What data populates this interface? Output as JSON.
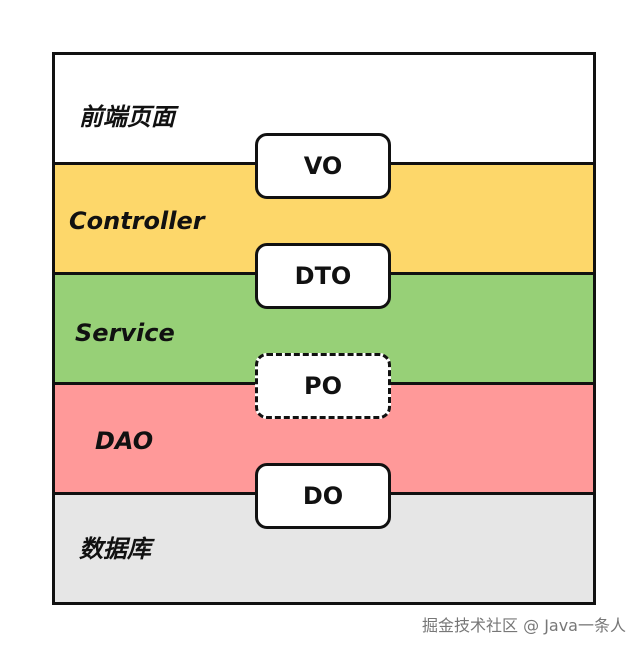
{
  "layers": [
    {
      "label": "前端页面",
      "color": "#ffffff"
    },
    {
      "label": "Controller",
      "color": "#fdd76a"
    },
    {
      "label": "Service",
      "color": "#97d077"
    },
    {
      "label": "DAO",
      "color": "#ff9999"
    },
    {
      "label": "数据库",
      "color": "#e6e6e6"
    }
  ],
  "objects": [
    {
      "label": "VO",
      "style": "solid"
    },
    {
      "label": "DTO",
      "style": "solid"
    },
    {
      "label": "PO",
      "style": "dashed"
    },
    {
      "label": "DO",
      "style": "solid"
    }
  ],
  "watermark": "掘金技术社区 @ Java一条人"
}
